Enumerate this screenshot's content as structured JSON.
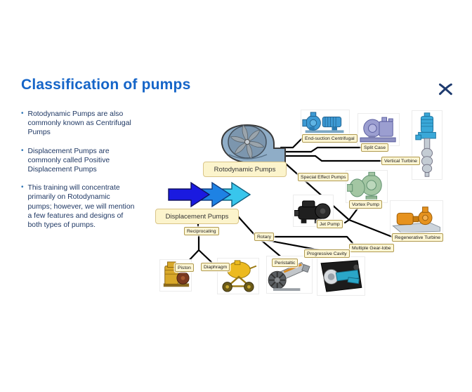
{
  "slide": {
    "title": "Classification of pumps",
    "bullets": [
      "Rotodynamic Pumps are also commonly known as Centrifugal Pumps",
      "Displacement Pumps are commonly called Positive Displacement Pumps",
      "This training will concentrate primarily on Rotodynamic pumps; however, we will mention a few features and designs of both types of pumps."
    ],
    "logo_icon": "crossed-x-brand-logo"
  },
  "diagram": {
    "rotodynamic": "Rotodynamic Pumps",
    "displacement": "Displacement Pumps",
    "end_suction": "End-suction Centrifugal",
    "split_case": "Split Case",
    "vertical_turbine": "Vertical Turbine",
    "special_effect": "Special Effect Pumps",
    "vortex": "Vortex Pump",
    "jet": "Jet Pump",
    "regenerative": "Regenerative Turbine",
    "multiple_gear": "Multiple Gear-lobe",
    "rotary": "Rotary",
    "progressive": "Progressive Cavity",
    "peristaltic": "Peristaltic",
    "reciprocating": "Reciprocating",
    "piston": "Piston",
    "diaphragm": "Diaphragm"
  },
  "colors": {
    "title_blue": "#1565c8",
    "body_text": "#1f3864",
    "label_bg": "#fdf6d4",
    "label_border": "#b09a50",
    "box_bg": "#fcf4cc",
    "box_border": "#d9c488",
    "arrow_dark_blue": "#1a1ae0",
    "arrow_mid_blue": "#1e82e4",
    "arrow_cyan": "#38c6ec",
    "connector": "#000000",
    "logo_navy": "#1d3a6e",
    "pump_blue_gray": "#8fadc7"
  }
}
